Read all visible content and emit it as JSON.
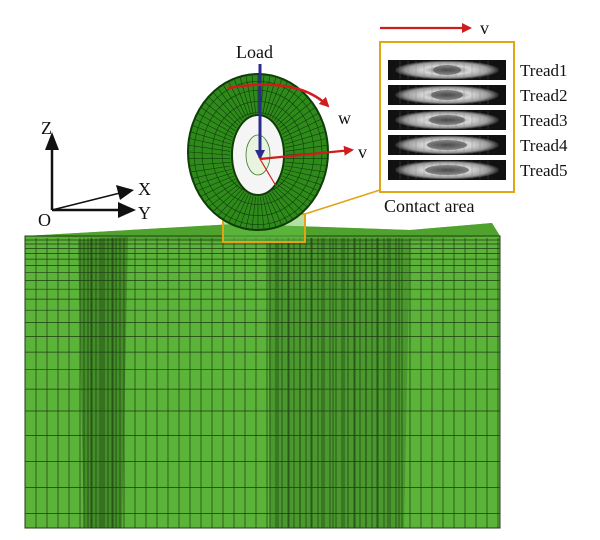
{
  "labels": {
    "load": "Load",
    "w": "w",
    "v_tire": "v",
    "v_top": "v",
    "axis_z": "Z",
    "axis_x": "X",
    "axis_y": "Y",
    "origin": "O",
    "contact_area": "Contact area",
    "treads": [
      "Tread1",
      "Tread2",
      "Tread3",
      "Tread4",
      "Tread5"
    ]
  },
  "colors": {
    "soil": "#5cb339",
    "soil_dark": "#2f6f1c",
    "mesh_line": "#1d3d12",
    "tire": "#2e8a1a",
    "tire_dark": "#0f3d08",
    "load_arrow": "#2b2b8f",
    "velocity_arrow": "#d01c1c",
    "highlight_box": "#e2a516",
    "inset_frame": "#e2a516"
  },
  "icons": {
    "coordinate_axes": "xyz-axes-icon",
    "load_arrow": "down-arrow-icon",
    "rotation_arrow": "curved-arrow-icon"
  }
}
